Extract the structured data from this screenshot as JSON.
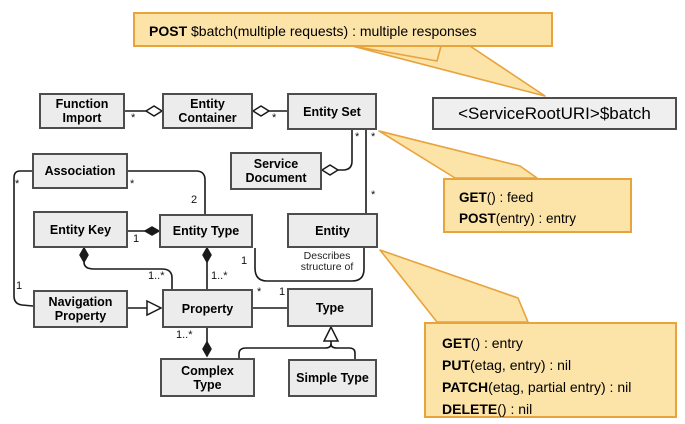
{
  "colors": {
    "background": "#ffffff",
    "node_fill": "#ececec",
    "node_border": "#4d4d4d",
    "callout_fill": "#fce3a8",
    "callout_border": "#e8a33d",
    "line": "#1a1a1a"
  },
  "nodes": {
    "function_import": "Function Import",
    "entity_container": "Entity Container",
    "entity_set": "Entity Set",
    "association": "Association",
    "service_document": "Service Document",
    "entity_key": "Entity Key",
    "entity_type": "Entity Type",
    "entity": "Entity",
    "navigation_property": "Navigation Property",
    "property": "Property",
    "type": "Type",
    "complex_type": "Complex Type",
    "simple_type": "Simple Type"
  },
  "edge_labels": {
    "function_import_container": "*",
    "container_entity_set": "*",
    "entity_set_service_document": "*",
    "entity_set_entity_top": "*",
    "entity_set_entity_bottom": "*",
    "association_nav_left": "*",
    "association_right": "*",
    "association_entity_type": "2",
    "entity_key_entity_type": "1",
    "nav_property_association": "1",
    "entity_key_property": "1..*",
    "entity_type_property": "1..*",
    "entity_type_entity": "1",
    "property_type_star": "*",
    "property_type_one": "1",
    "property_complex_type": "1..*",
    "describes": "Describes structure of"
  },
  "callouts": {
    "batch": {
      "keyword": "POST",
      "text": " $batch(multiple requests) : multiple responses"
    },
    "service_root_uri": "<ServiceRootURI>$batch",
    "entity_set_ops": {
      "lines": [
        {
          "k": "GET",
          "t": "() : feed"
        },
        {
          "k": "POST",
          "t": "(entry) : entry"
        }
      ]
    },
    "entity_ops": {
      "lines": [
        {
          "k": "GET",
          "t": "() : entry"
        },
        {
          "k": "PUT",
          "t": "(etag, entry) : nil"
        },
        {
          "k": "PATCH",
          "t": "(etag, partial entry) : nil"
        },
        {
          "k": "DELETE",
          "t": "() : nil"
        }
      ]
    }
  }
}
